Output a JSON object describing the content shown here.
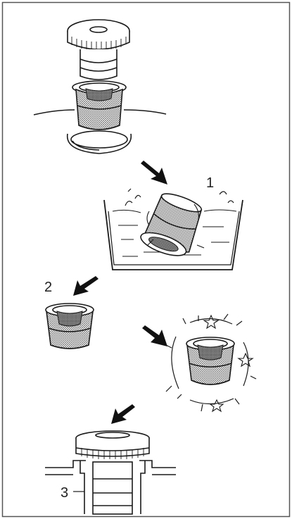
{
  "steps": [
    {
      "label": "1"
    },
    {
      "label": "2"
    },
    {
      "label": "3"
    }
  ],
  "colors": {
    "line": "#1a1a1a",
    "mesh": "#7a7a7a",
    "border": "#555555",
    "arrow": "#111111"
  },
  "icons": [
    "cap-icon",
    "filter-basket-icon",
    "water-basin-icon",
    "arrow-icon",
    "sparkle-icon",
    "star-icon"
  ]
}
